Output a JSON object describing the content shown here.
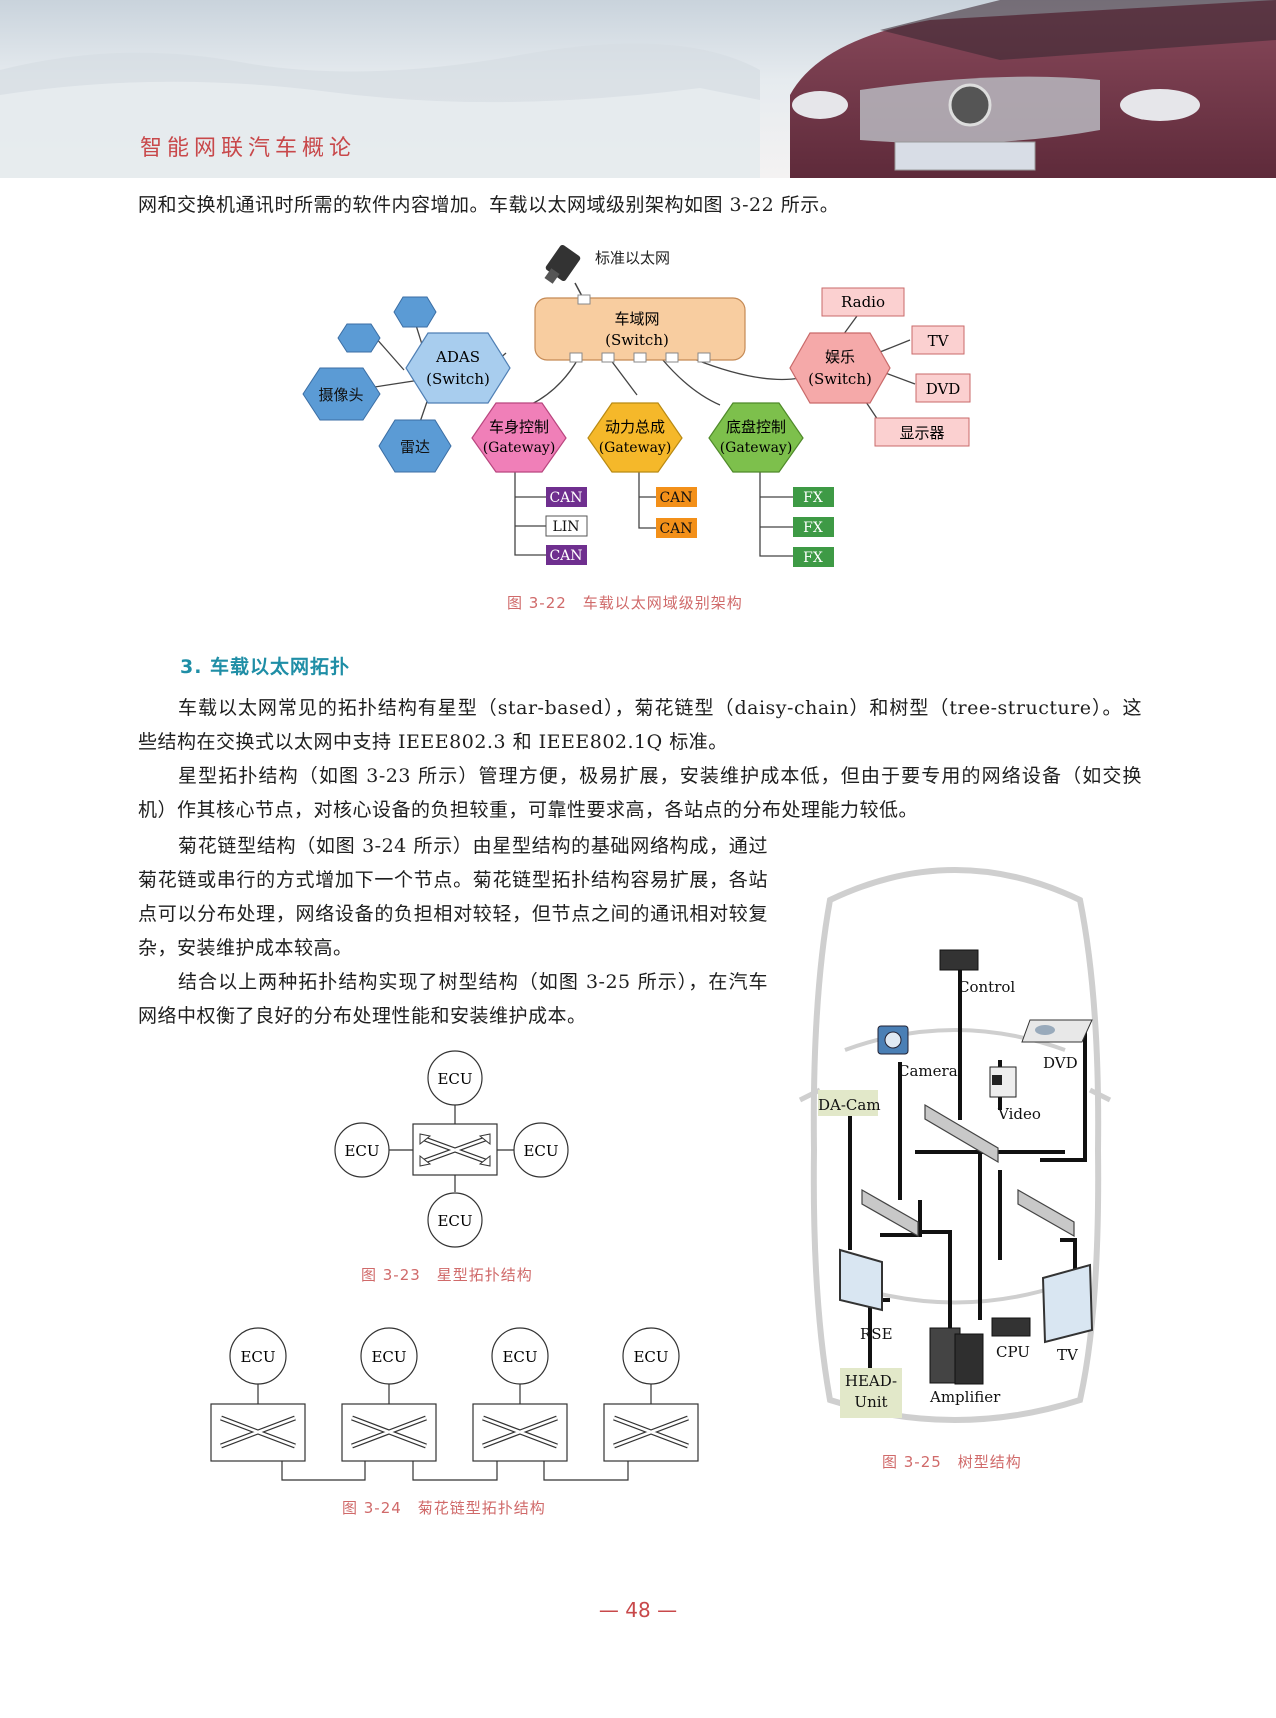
{
  "header": {
    "book_title": "智能网联汽车概论"
  },
  "intro_text": "网和交换机通讯时所需的软件内容增加。车载以太网域级别架构如图 3-22 所示。",
  "fig_322": {
    "caption": "图 3-22　车载以太网域级别架构",
    "ethernet_label": "标准以太网",
    "core": {
      "line1": "车域网",
      "line2": "(Switch)"
    },
    "adas": {
      "line1": "ADAS",
      "line2": "(Switch)",
      "children": [
        "摄像头",
        "雷达"
      ]
    },
    "entertainment": {
      "line1": "娱乐",
      "line2": "(Switch)",
      "children": [
        "Radio",
        "TV",
        "DVD",
        "显示器"
      ]
    },
    "gateways": [
      {
        "line1": "车身控制",
        "line2": "(Gateway)",
        "buses": [
          "CAN",
          "LIN",
          "CAN"
        ]
      },
      {
        "line1": "动力总成",
        "line2": "(Gateway)",
        "buses": [
          "CAN",
          "CAN"
        ]
      },
      {
        "line1": "底盘控制",
        "line2": "(Gateway)",
        "buses": [
          "FX",
          "FX",
          "FX"
        ]
      }
    ],
    "colors": {
      "core": "#f8cda0",
      "adas": "#a8cdee",
      "adas_child": "#5b9bd5",
      "body_gateway": "#f07fb8",
      "powertrain": "#f5b82a",
      "chassis": "#7dc04c",
      "entertainment": "#f5a9a9",
      "entertainment_child": "#fbd0d0",
      "bus_purple": "#6f2f8f",
      "bus_orange": "#f39019",
      "bus_green": "#3e9a45"
    }
  },
  "section_heading": "3. 车载以太网拓扑",
  "paragraphs": [
    "车载以太网常见的拓扑结构有星型（star-based），菊花链型（daisy-chain）和树型（tree-structure）。这些结构在交换式以太网中支持 IEEE802.3 和 IEEE802.1Q 标准。",
    "星型拓扑结构（如图 3-23 所示）管理方便，极易扩展，安装维护成本低，但由于要专用的网络设备（如交换机）作其核心节点，对核心设备的负担较重，可靠性要求高，各站点的分布处理能力较低。",
    "菊花链型结构（如图 3-24 所示）由星型结构的基础网络构成，通过菊花链或串行的方式增加下一个节点。菊花链型拓扑结构容易扩展，各站点可以分布处理，网络设备的负担相对较轻，但节点之间的通讯相对较复杂，安装维护成本较高。",
    "结合以上两种拓扑结构实现了树型结构（如图 3-25 所示），在汽车网络中权衡了良好的分布处理性能和安装维护成本。"
  ],
  "fig_323": {
    "caption": "图 3-23　星型拓扑结构",
    "node_label": "ECU"
  },
  "fig_324": {
    "caption": "图 3-24　菊花链型拓扑结构",
    "node_label": "ECU"
  },
  "fig_325": {
    "caption": "图 3-25　树型结构",
    "labels": {
      "control": "Control",
      "camera": "Camera",
      "dvd": "DVD",
      "dacam": "DA-Cam",
      "video": "Video",
      "rse": "RSE",
      "cpu": "CPU",
      "tv": "TV",
      "head1": "HEAD-",
      "head2": "Unit",
      "amplifier": "Amplifier"
    }
  },
  "page_number": "— 48 —"
}
